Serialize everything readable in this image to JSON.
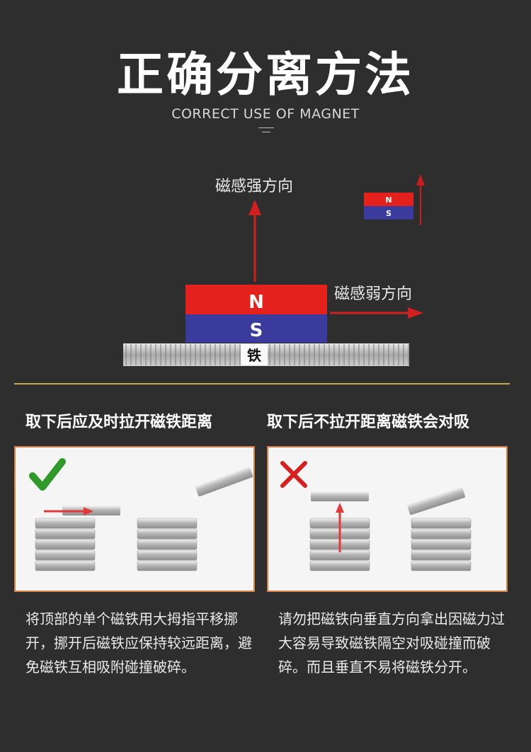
{
  "title": "正确分离方法",
  "subtitle": "CORRECT USE OF MAGNET",
  "diagram": {
    "strong_label": "磁感强方向",
    "weak_label": "磁感弱方向",
    "pole_n": "N",
    "pole_s": "S",
    "iron_label": "铁",
    "small_n": "N",
    "small_s": "S",
    "colors": {
      "north": "#e4211c",
      "south": "#3a3b9c",
      "arrow": "#d11f1f",
      "accent": "#c9a64a"
    }
  },
  "left": {
    "heading": "取下后应及时拉开磁铁距离",
    "icon": "check-icon",
    "description": "将顶部的单个磁铁用大拇指平移挪开，挪开后磁铁应保持较远距离，避免磁铁互相吸附碰撞破碎。"
  },
  "right": {
    "heading": "取下后不拉开距离磁铁会对吸",
    "icon": "cross-icon",
    "description": "请勿把磁铁向垂直方向拿出因磁力过大容易导致磁铁隔空对吸碰撞而破碎。而且垂直不易将磁铁分开。"
  }
}
